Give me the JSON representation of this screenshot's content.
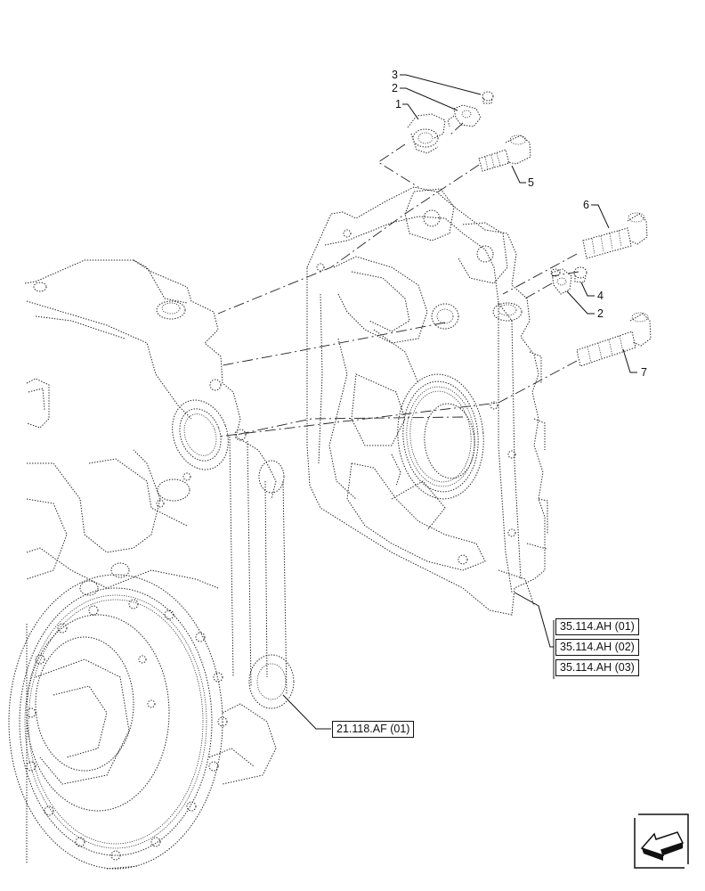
{
  "callouts": {
    "item_1": "1",
    "item_2_top": "2",
    "item_3": "3",
    "item_5": "5",
    "item_6": "6",
    "item_4": "4",
    "item_2_right": "2",
    "item_7": "7"
  },
  "references": [
    "35.114.AH (01)",
    "35.114.AH (02)",
    "35.114.AH (03)",
    "21.118.AF (01)"
  ],
  "nav_icon": "next-page-arrow-icon"
}
